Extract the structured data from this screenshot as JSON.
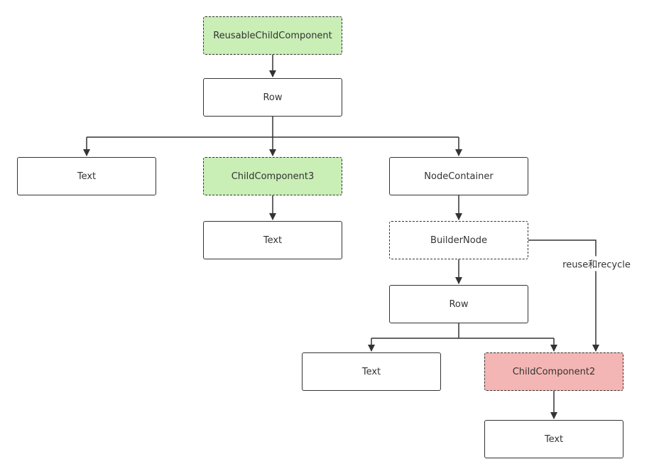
{
  "colors": {
    "highlight_green": "#c9eeb6",
    "highlight_red": "#f4b6b4",
    "line": "#333333",
    "background": "#ffffff"
  },
  "nodes": {
    "reusable_child_component": {
      "label": "ReusableChildComponent",
      "style": "dashed-green"
    },
    "row_top": {
      "label": "Row",
      "style": "solid"
    },
    "text_left": {
      "label": "Text",
      "style": "solid"
    },
    "child_component3": {
      "label": "ChildComponent3",
      "style": "dashed-green"
    },
    "text_under_child3": {
      "label": "Text",
      "style": "solid"
    },
    "node_container": {
      "label": "NodeContainer",
      "style": "solid"
    },
    "builder_node": {
      "label": "BuilderNode",
      "style": "dashed"
    },
    "row_bottom": {
      "label": "Row",
      "style": "solid"
    },
    "text_bottom_left": {
      "label": "Text",
      "style": "solid"
    },
    "child_component2": {
      "label": "ChildComponent2",
      "style": "dashed-red"
    },
    "text_under_child2": {
      "label": "Text",
      "style": "solid"
    }
  },
  "edges": [
    {
      "from": "reusable_child_component",
      "to": "row_top"
    },
    {
      "from": "row_top",
      "to": "text_left"
    },
    {
      "from": "row_top",
      "to": "child_component3"
    },
    {
      "from": "row_top",
      "to": "node_container"
    },
    {
      "from": "child_component3",
      "to": "text_under_child3"
    },
    {
      "from": "node_container",
      "to": "builder_node"
    },
    {
      "from": "builder_node",
      "to": "row_bottom"
    },
    {
      "from": "row_bottom",
      "to": "text_bottom_left"
    },
    {
      "from": "row_bottom",
      "to": "child_component2"
    },
    {
      "from": "child_component2",
      "to": "text_under_child2"
    },
    {
      "from": "builder_node",
      "to": "child_component2",
      "label": "reuse和recycle"
    }
  ],
  "edge_labels": {
    "reuse_recycle": "reuse和recycle"
  }
}
